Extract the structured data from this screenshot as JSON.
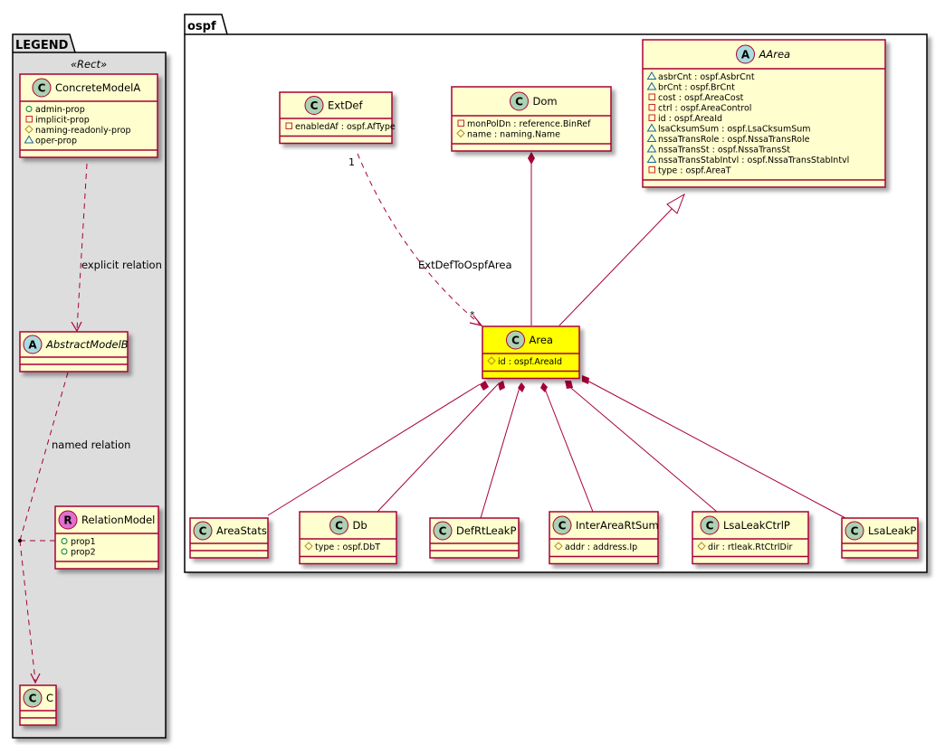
{
  "colors": {
    "border": "#a80036",
    "class_fill": "#fefece",
    "highlight_fill": "#ffff00",
    "package_legend_fill": "#dddddd",
    "circle_class": "#add1b2",
    "circle_abstract": "#a9dcdf",
    "circle_relation": "#df6fd0",
    "vis_public": "#038048",
    "vis_private": "#c82930",
    "vis_protected": "#b38d22",
    "vis_package": "#1963a0"
  },
  "legend": {
    "package_name": "LEGEND",
    "stereotype": "«Rect»",
    "concrete": {
      "name": "ConcreteModelA",
      "badge": "C",
      "attributes": [
        {
          "vis": "public",
          "text": "admin-prop"
        },
        {
          "vis": "private",
          "text": "implicit-prop"
        },
        {
          "vis": "protected",
          "text": "naming-readonly-prop"
        },
        {
          "vis": "package",
          "text": "oper-prop"
        }
      ]
    },
    "abstract": {
      "name": "AbstractModelB",
      "badge": "A"
    },
    "relation_model": {
      "name": "RelationModel",
      "badge": "R",
      "attributes": [
        {
          "vis": "public",
          "text": "prop1"
        },
        {
          "vis": "public",
          "text": "prop2"
        }
      ]
    },
    "target": {
      "name": "C",
      "badge": "C"
    },
    "explicit_label": "explicit relation",
    "named_label": "named relation"
  },
  "ospf": {
    "package_name": "ospf",
    "classes": {
      "extdef": {
        "name": "ExtDef",
        "badge": "C",
        "attributes": [
          {
            "vis": "private",
            "text": "enabledAf : ospf.AfType"
          }
        ]
      },
      "dom": {
        "name": "Dom",
        "badge": "C",
        "attributes": [
          {
            "vis": "private",
            "text": "monPolDn : reference.BinRef"
          },
          {
            "vis": "protected",
            "text": "name : naming.Name"
          }
        ]
      },
      "aarea": {
        "name": "AArea",
        "badge": "A",
        "attributes": [
          {
            "vis": "package",
            "text": "asbrCnt : ospf.AsbrCnt"
          },
          {
            "vis": "package",
            "text": "brCnt : ospf.BrCnt"
          },
          {
            "vis": "private",
            "text": "cost : ospf.AreaCost"
          },
          {
            "vis": "private",
            "text": "ctrl : ospf.AreaControl"
          },
          {
            "vis": "private",
            "text": "id : ospf.AreaId"
          },
          {
            "vis": "package",
            "text": "lsaCksumSum : ospf.LsaCksumSum"
          },
          {
            "vis": "package",
            "text": "nssaTransRole : ospf.NssaTransRole"
          },
          {
            "vis": "package",
            "text": "nssaTransSt : ospf.NssaTransSt"
          },
          {
            "vis": "package",
            "text": "nssaTransStabIntvl : ospf.NssaTransStabIntvl"
          },
          {
            "vis": "private",
            "text": "type : ospf.AreaT"
          }
        ]
      },
      "area": {
        "name": "Area",
        "badge": "C",
        "attributes": [
          {
            "vis": "protected",
            "text": "id : ospf.AreaId"
          }
        ]
      },
      "areastats": {
        "name": "AreaStats",
        "badge": "C",
        "attributes": []
      },
      "db": {
        "name": "Db",
        "badge": "C",
        "attributes": [
          {
            "vis": "protected",
            "text": "type : ospf.DbT"
          }
        ]
      },
      "defrtleakp": {
        "name": "DefRtLeakP",
        "badge": "C",
        "attributes": []
      },
      "interareartsum": {
        "name": "InterAreaRtSum",
        "badge": "C",
        "attributes": [
          {
            "vis": "protected",
            "text": "addr : address.Ip"
          }
        ]
      },
      "lsaleakctrlp": {
        "name": "LsaLeakCtrlP",
        "badge": "C",
        "attributes": [
          {
            "vis": "protected",
            "text": "dir : rtleak.RtCtrlDir"
          }
        ]
      },
      "lsaleakp": {
        "name": "LsaLeakP",
        "badge": "C",
        "attributes": []
      }
    },
    "relations": {
      "extdef_area_label": "ExtDefToOspfArea",
      "extdef_mult": "1",
      "area_mult": "*"
    }
  }
}
